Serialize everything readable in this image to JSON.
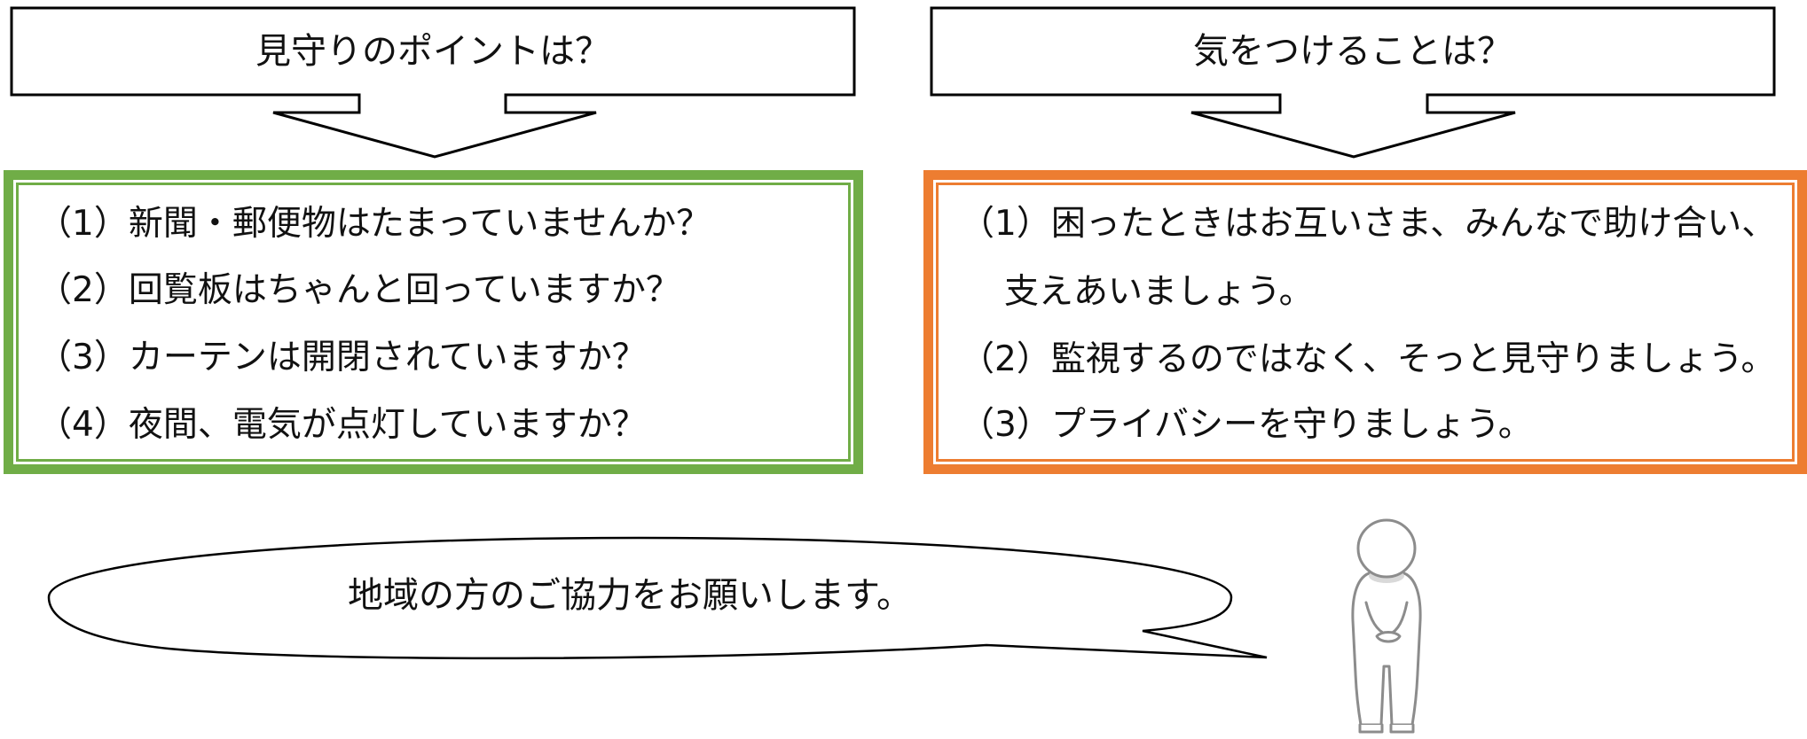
{
  "watch_points": {
    "heading": "見守りのポイントは？",
    "items": [
      "（1）新聞・郵便物はたまっていませんか？",
      "（2）回覧板はちゃんと回っていますか？",
      "（3）カーテンは開閉されていますか？",
      "（4）夜間、電気が点灯していますか？"
    ],
    "frame_color": "#70ad47"
  },
  "cautions": {
    "heading": "気をつけることは？",
    "items": [
      "（1）困ったときはお互いさま、みんなで助け合い、",
      "支えあいましょう。",
      "（2）監視するのではなく、そっと見守りましょう。",
      "（3）プライバシーを守りましょう。"
    ],
    "frame_color": "#ed7d31"
  },
  "speech_bubble": {
    "text": "地域の方のご協力をお願いします。"
  },
  "icons": {
    "figure": "bowing-person-icon"
  }
}
